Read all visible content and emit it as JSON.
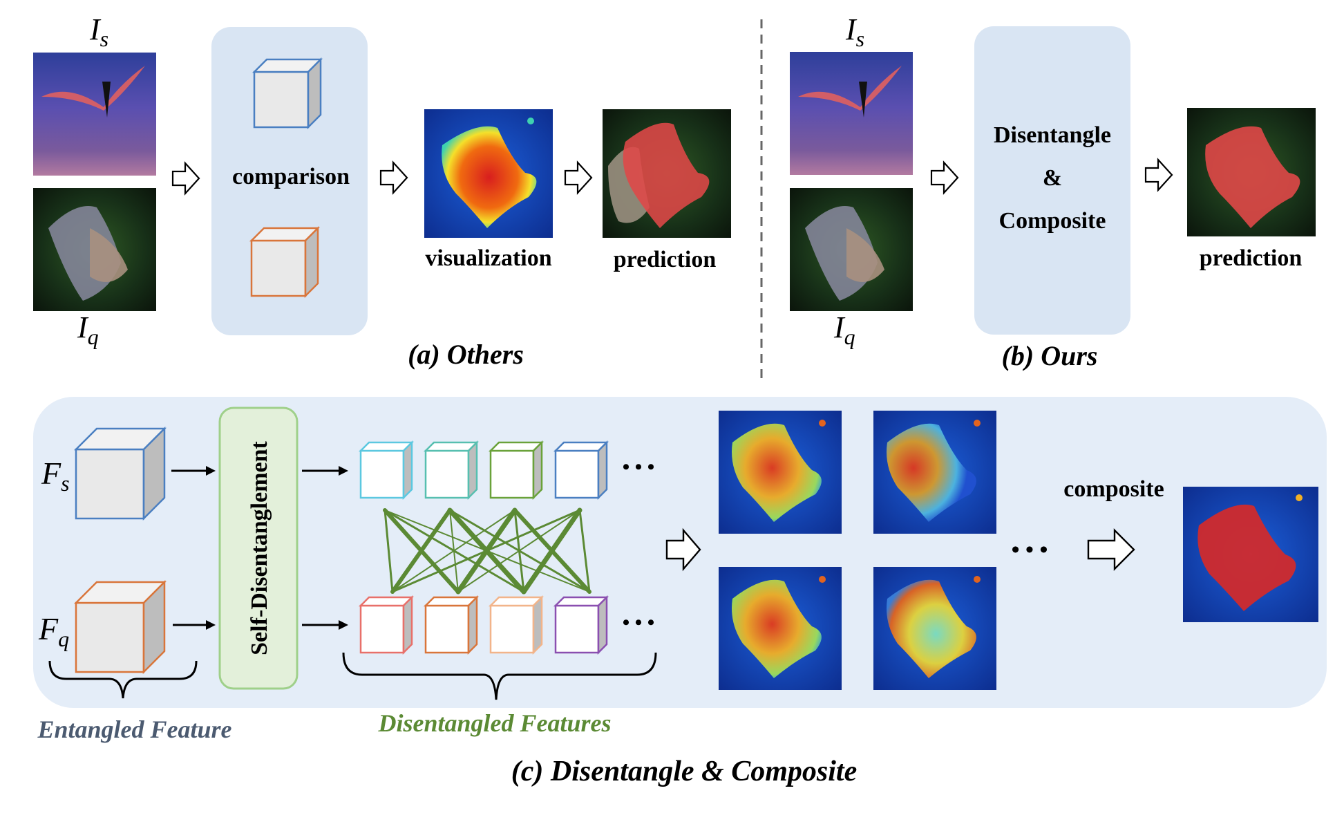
{
  "panel_a": {
    "label_is": "I",
    "label_is_sub": "s",
    "label_iq": "I",
    "label_iq_sub": "q",
    "comparison": "comparison",
    "visualization": "visualization",
    "prediction": "prediction",
    "caption": "(a) Others"
  },
  "panel_b": {
    "label_is": "I",
    "label_is_sub": "s",
    "label_iq": "I",
    "label_iq_sub": "q",
    "module_line1": "Disentangle",
    "module_line2": "&",
    "module_line3": "Composite",
    "prediction": "prediction",
    "caption": "(b) Ours"
  },
  "panel_c": {
    "fs": "F",
    "fs_sub": "s",
    "fq": "F",
    "fq_sub": "q",
    "self_dis": "Self-Disentanglement",
    "ellipsis": "• • •",
    "composite": "composite",
    "entangled": "Entangled Feature",
    "disentangled": "Disentangled Features",
    "caption": "(c) Disentangle & Composite"
  },
  "colors": {
    "panel_bg": "#e4edf8",
    "module_bg": "#d9e5f3",
    "blue_cube": "#4a7fc1",
    "orange_cube": "#d9753a",
    "green": "#5b8a34",
    "selfdis_bg": "#e3f0da",
    "selfdis_border": "#9fd08a",
    "entangled_text": "#4b5a70",
    "disentangled_text": "#5b8a34"
  },
  "icons": {
    "arrow": "hollow-right-arrow-icon",
    "cube": "cube-icon",
    "bat": "bat-image"
  }
}
